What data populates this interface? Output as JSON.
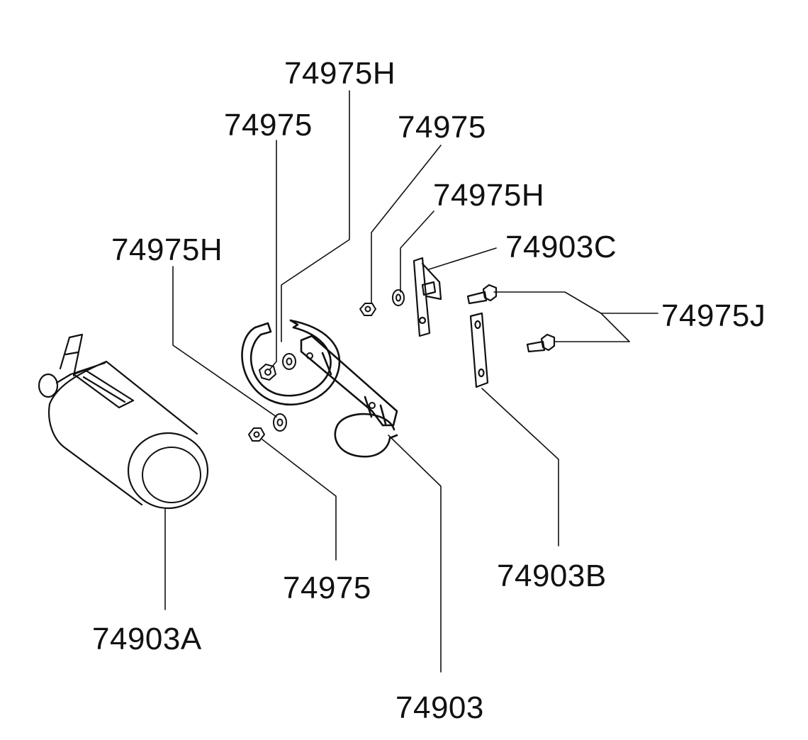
{
  "labels": {
    "l1": "74975H",
    "l2": "74975",
    "l3": "74975",
    "l4": "74975H",
    "l5": "74975H",
    "l6": "74903C",
    "l7": "74975J",
    "l8": "74903B",
    "l9": "74975",
    "l10": "74903A",
    "l11": "74903"
  },
  "colors": {
    "ink": "#111111",
    "paper": "#ffffff"
  }
}
